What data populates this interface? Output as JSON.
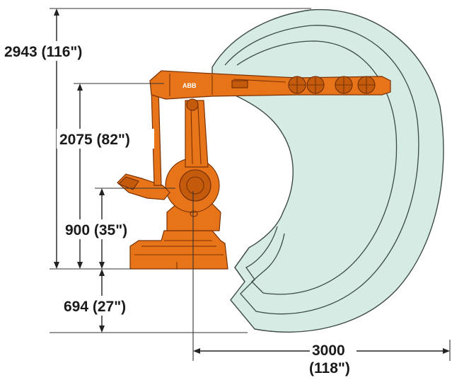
{
  "figure": {
    "background": "#ffffff",
    "envelope_color": "#d6ebe4",
    "robot_color": "#e8741a",
    "robot_shadow_color": "#c45a0c",
    "line_color": "#222222"
  },
  "robot": {
    "logo": "ABB"
  },
  "dimensions": {
    "total_height": "2943 (116\")",
    "arm_height": "2075 (82\")",
    "joint_height": "900 (35\")",
    "lower_reach": "694 (27\")",
    "reach_mm": "3000",
    "reach_in": "(118\")"
  }
}
